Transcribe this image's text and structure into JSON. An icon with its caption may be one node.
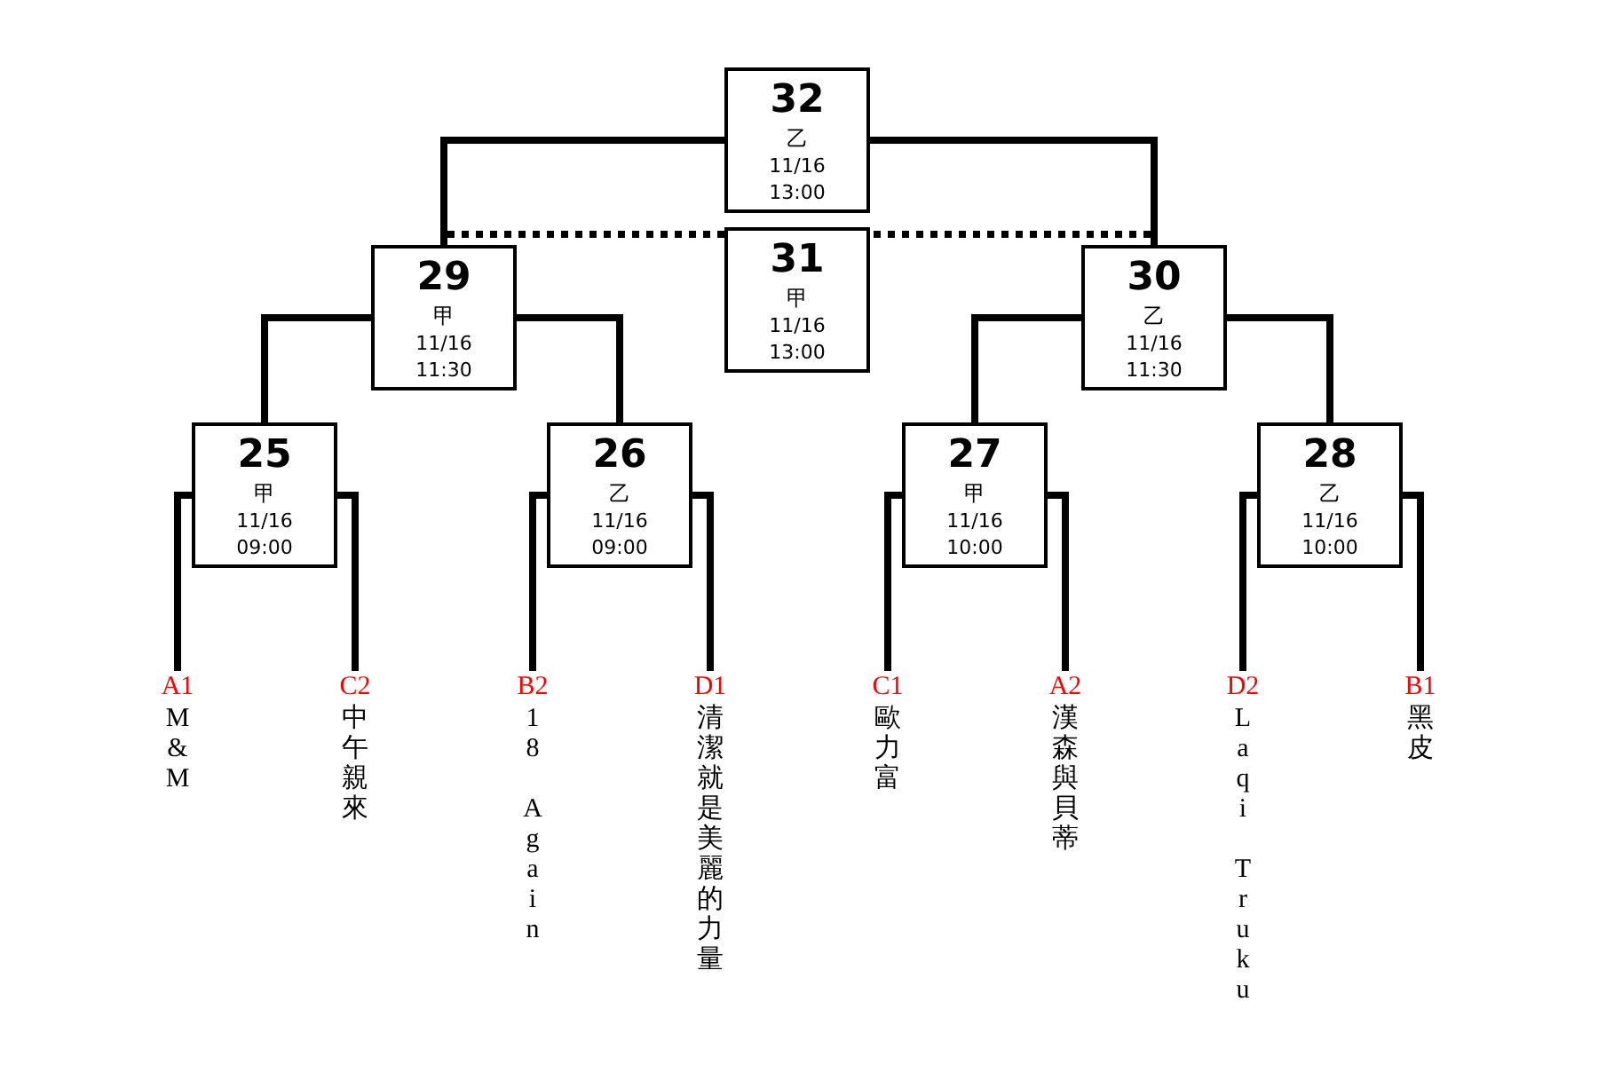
{
  "diagram": {
    "nodes": [
      {
        "text": [
          "32",
          "乙",
          "11/16 13:00"
        ]
      },
      {
        "text": [
          "29",
          "甲",
          "11/16 11:30"
        ]
      },
      {
        "text": [
          "31",
          "甲",
          "11/16 13:00"
        ]
      },
      {
        "text": [
          "30",
          "乙",
          "11/16 11:30"
        ]
      },
      {
        "text": [
          "25",
          "甲",
          "11/16 09:00"
        ]
      },
      {
        "text": [
          "26",
          "乙",
          "11/16 09:00"
        ]
      },
      {
        "text": [
          "27",
          "甲",
          "11/16 10:00"
        ]
      },
      {
        "text": [
          "28",
          "乙",
          "11/16 10:00"
        ]
      },
      {
        "text": [
          "A1",
          "M&M"
        ]
      },
      {
        "text": [
          "C2",
          "中午親來"
        ]
      },
      {
        "text": [
          "B2",
          "18 Again"
        ]
      },
      {
        "text": [
          "D1",
          "清潔就是美麗的力量"
        ]
      },
      {
        "text": [
          "C1",
          "歐力富"
        ]
      },
      {
        "text": [
          "A2",
          "漢森與貝蒂"
        ]
      },
      {
        "text": [
          "D2",
          "Laqi Truku"
        ]
      },
      {
        "text": [
          "B1",
          "黑皮"
        ]
      }
    ],
    "edges": [
      {
        "from": 8,
        "to": 4,
        "arrow": "none"
      },
      {
        "from": 9,
        "to": 4,
        "arrow": "none"
      },
      {
        "from": 10,
        "to": 5,
        "arrow": "none"
      },
      {
        "from": 11,
        "to": 5,
        "arrow": "none"
      },
      {
        "from": 12,
        "to": 6,
        "arrow": "none"
      },
      {
        "from": 13,
        "to": 6,
        "arrow": "none"
      },
      {
        "from": 14,
        "to": 7,
        "arrow": "none"
      },
      {
        "from": 15,
        "to": 7,
        "arrow": "none"
      },
      {
        "from": 4,
        "to": 1,
        "arrow": "none"
      },
      {
        "from": 5,
        "to": 1,
        "arrow": "none"
      },
      {
        "from": 6,
        "to": 3,
        "arrow": "none"
      },
      {
        "from": 7,
        "to": 3,
        "arrow": "none"
      },
      {
        "from": 1,
        "to": 0,
        "arrow": "none"
      },
      {
        "from": 3,
        "to": 0,
        "arrow": "none"
      },
      {
        "from": 1,
        "to": 2,
        "arrow": "none",
        "style": "dashed"
      },
      {
        "from": 3,
        "to": 2,
        "arrow": "none",
        "style": "dashed"
      }
    ]
  }
}
